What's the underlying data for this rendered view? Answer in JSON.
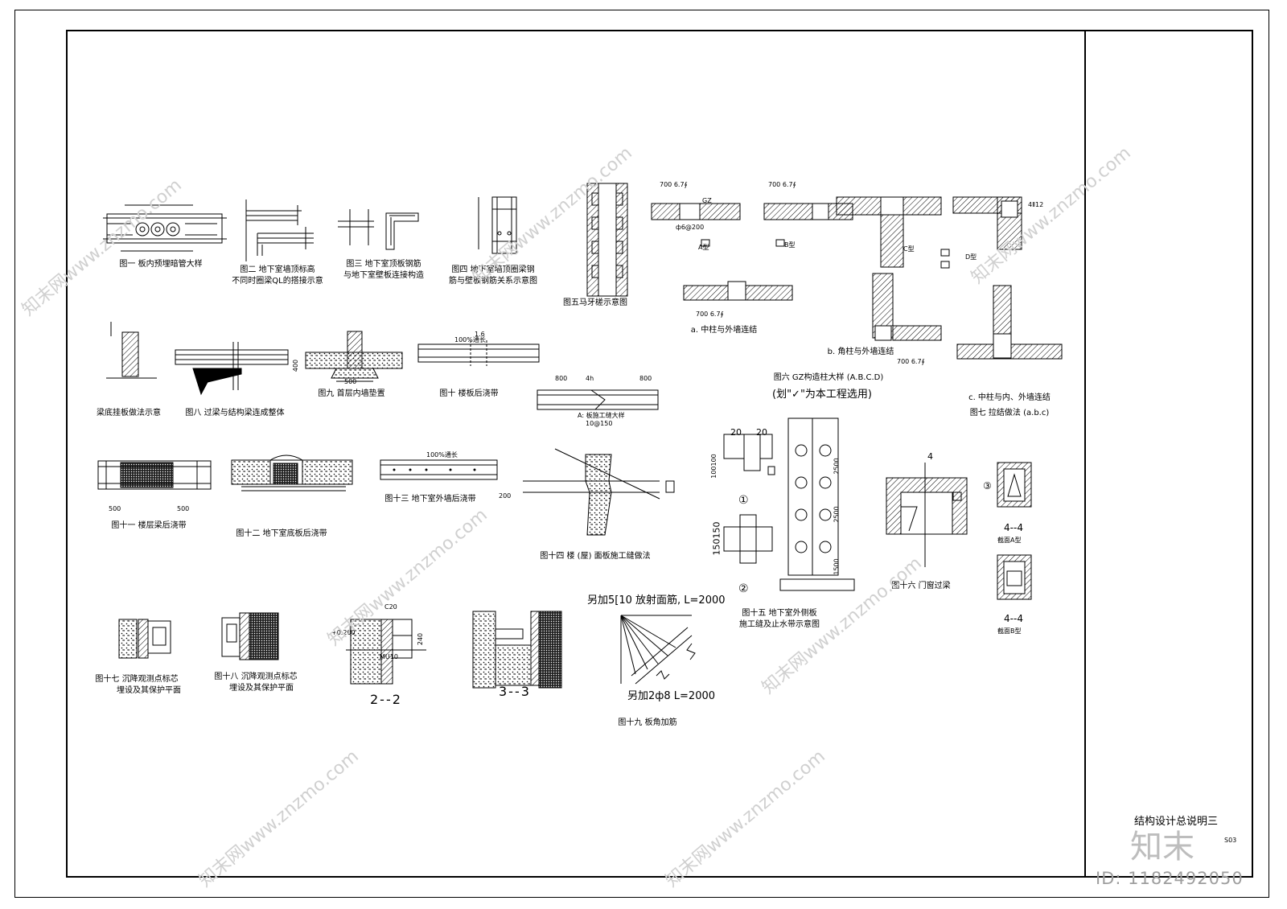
{
  "captions": {
    "fig1": "图一  板内预埋暗管大样",
    "fig2a": "图二  地下室墙顶标高",
    "fig2b": "不同时圈梁QL的搭接示意",
    "fig3a": "图三  地下室顶板钢筋",
    "fig3b": "与地下室壁板连接构造",
    "fig4a": "图四  地下室墙顶圈梁钢",
    "fig4b": "筋与壁板钢筋关系示意图",
    "fig5": "图五马牙槎示意图",
    "fig6": "图六  GZ构造柱大样  (A.B.C.D)",
    "fig6note": "(划\"✓\"为本工程选用)",
    "fig6a": "a. 中柱与外墙连结",
    "fig6b": "b. 角柱与外墙连结",
    "fig7c": "c. 中柱与内、外墙连结",
    "fig7": "图七  拉结做法  (a.b.c)",
    "fig_beam": "梁底挂板做法示意",
    "fig8": "图八  过梁与结构梁连成整体",
    "fig9": "图九  首层内墙垫置",
    "fig10": "图十  楼板后浇带",
    "fig10a": "A: 板施工缝大样",
    "fig11": "图十一  楼层梁后浇带",
    "fig12": "图十二  地下室底板后浇带",
    "fig13": "图十三  地下室外墙后浇带",
    "fig14": "图十四  楼 (屋) 面板施工缝做法",
    "fig15a": "图十五  地下室外侧板",
    "fig15b": "施工缝及止水带示意图",
    "fig16": "图十六  门窗过梁",
    "fig17a": "图十七  沉降观测点标芯",
    "fig17b": "埋设及其保护平面",
    "fig18a": "图十八  沉降观测点标芯",
    "fig18b": "埋设及其保护平面",
    "sec22": "2--2",
    "sec33": "3--3",
    "fig19top": "另加5[10 放射面筋,  L=2000",
    "fig19bot": "另加2ф8     L=2000",
    "fig19": "图十九   板角加筋",
    "sec44a": "4--4",
    "sec44b": "4--4",
    "secA": "截面A型",
    "secB": "截面B型"
  },
  "dims": {
    "d800a": "800",
    "d800b": "800",
    "d4h": "4h",
    "d500a": "500",
    "d500b": "500",
    "d500c": "500",
    "d400": "400",
    "d2500a": "2500",
    "d2500b": "2500",
    "d1500": "1500",
    "d150150": "150150",
    "d100100": "100100",
    "d20a": "20",
    "d20b": "20",
    "d10at150": "10@150",
    "d100pct1": "100%通长",
    "d100pct2": "100%通长",
    "d16": "1.6",
    "bar700a": "700 6.7∮",
    "bar700b": "700 6.7∮",
    "bar700c": "700 6.7∮",
    "bar700d": "700 6.7∮",
    "gz": "GZ",
    "d412": "4Ⅱ12",
    "d6at200": "ф6@200",
    "d200": "200",
    "elev": "+0.200",
    "mu10": "MU10",
    "c20": "C20",
    "d240": "240",
    "d4": "4",
    "typeA": "A型",
    "typeB": "B型",
    "typeC": "C型",
    "typeD": "D型",
    "lbl1": "①",
    "lbl2": "②",
    "lbl3": "③"
  },
  "titleblock": {
    "sheet_title": "结构设计总说明三",
    "sheet_no": "S03"
  },
  "watermark": {
    "brand": "知末",
    "id_text": "ID: 1182492050",
    "site": "知末网www.znzmo.com"
  }
}
